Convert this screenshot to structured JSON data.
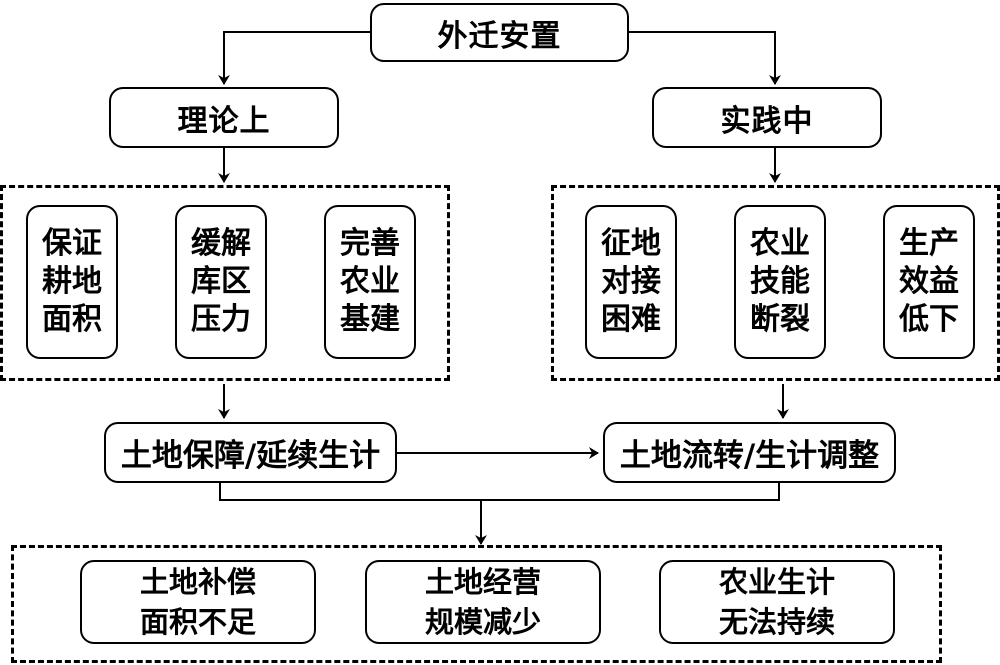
{
  "diagram": {
    "root": "外迁安置",
    "branches": [
      {
        "label": "理论上",
        "items": [
          "保证\n耕地\n面积",
          "缓解\n库区\n压力",
          "完善\n农业\n基建"
        ],
        "result": "土地保障/延续生计"
      },
      {
        "label": "实践中",
        "items": [
          "征地\n对接\n困难",
          "农业\n技能\n断裂",
          "生产\n效益\n低下"
        ],
        "result": "土地流转/生计调整"
      }
    ],
    "outcomes": [
      "土地补偿\n面积不足",
      "土地经营\n规模减少",
      "农业生计\n无法持续"
    ]
  }
}
